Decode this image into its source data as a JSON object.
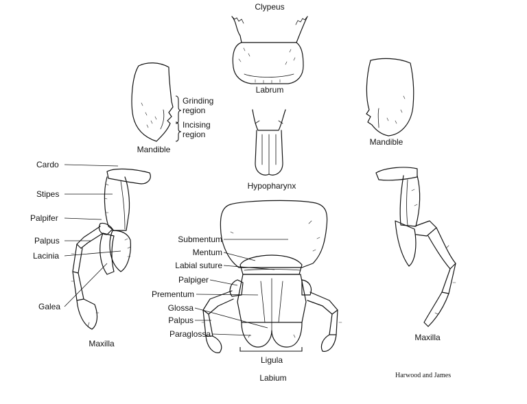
{
  "labels": {
    "clypeus": "Clypeus",
    "labrum": "Labrum",
    "mandible_left": "Mandible",
    "mandible_right": "Mandible",
    "grinding_line1": "Grinding",
    "grinding_line2": "region",
    "incising_line1": "Incising",
    "incising_line2": "region",
    "hypopharynx": "Hypopharynx",
    "cardo": "Cardo",
    "stipes": "Stipes",
    "palpifer": "Palpifer",
    "palpus_maxilla": "Palpus",
    "lacinia": "Lacinia",
    "galea": "Galea",
    "maxilla_left": "Maxilla",
    "maxilla_right": "Maxilla",
    "submentum": "Submentum",
    "mentum": "Mentum",
    "labial_suture": "Labial suture",
    "palpiger": "Palpiger",
    "prementum": "Prementum",
    "glossa": "Glossa",
    "palpus_labium": "Palpus",
    "paraglossa": "Paraglossa",
    "ligula": "Ligula",
    "labium": "Labium",
    "credit": "Harwood and James"
  }
}
